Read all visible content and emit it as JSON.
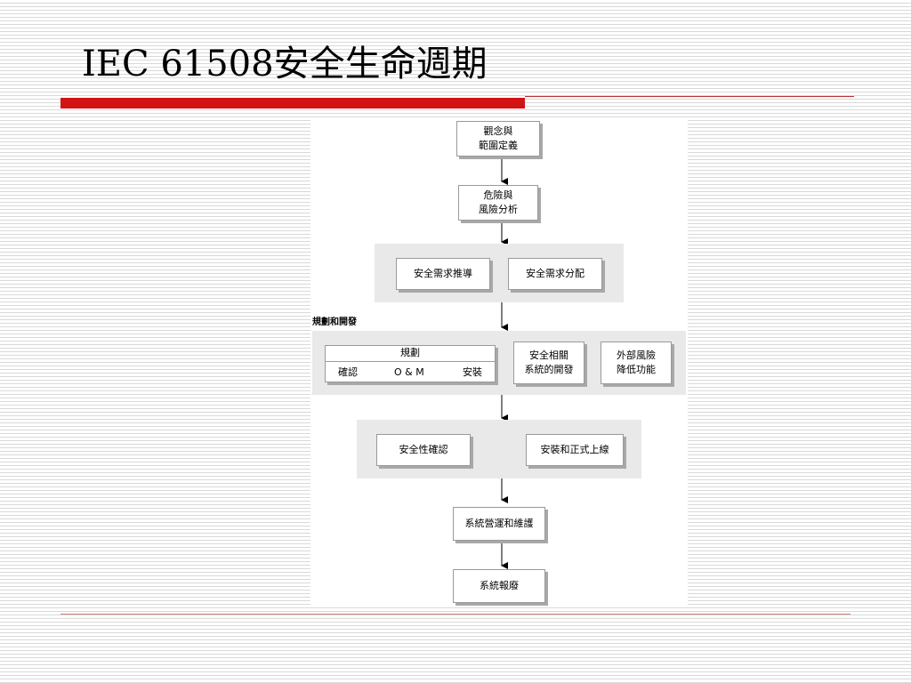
{
  "slide": {
    "title": "IEC 61508安全生命週期"
  },
  "diagram": {
    "concept": [
      "觀念與",
      "範圍定義"
    ],
    "hazard": [
      "危險與",
      "風險分析"
    ],
    "req_derivation": "安全需求推導",
    "req_allocation": "安全需求分配",
    "section_label": "規劃和開發",
    "planning": {
      "title": "規劃",
      "items": [
        "確認",
        "O & M",
        "安裝"
      ]
    },
    "safety_systems": [
      "安全相關",
      "系統的開發"
    ],
    "external_risk": [
      "外部風險",
      "降低功能"
    ],
    "validation": "安全性確認",
    "install_commission": "安裝和正式上線",
    "operation": "系統營運和維護",
    "decommission": "系統報廢"
  }
}
